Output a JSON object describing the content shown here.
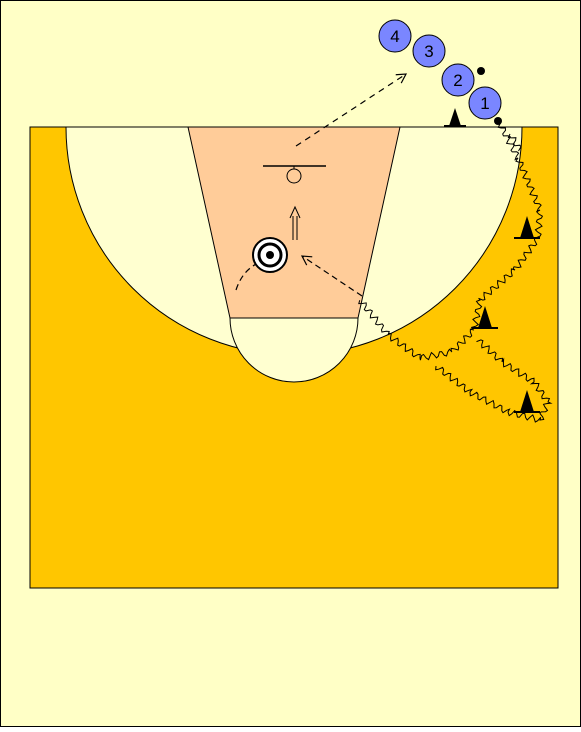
{
  "diagram": {
    "colors": {
      "page_bg": "#FFFFC6",
      "court": "#FFC600",
      "arc_area": "#FFFFD0",
      "key": "#FFCC99",
      "player_fill": "#7A86FF",
      "line": "#000000"
    },
    "players": [
      {
        "label": "4"
      },
      {
        "label": "3"
      },
      {
        "label": "2"
      },
      {
        "label": "1"
      }
    ],
    "elements": [
      "court",
      "three-point-area",
      "key",
      "free-throw-circle",
      "backboard",
      "rim",
      "cones",
      "coach-marker",
      "dribble-path",
      "pass-path",
      "cut-paths"
    ]
  }
}
